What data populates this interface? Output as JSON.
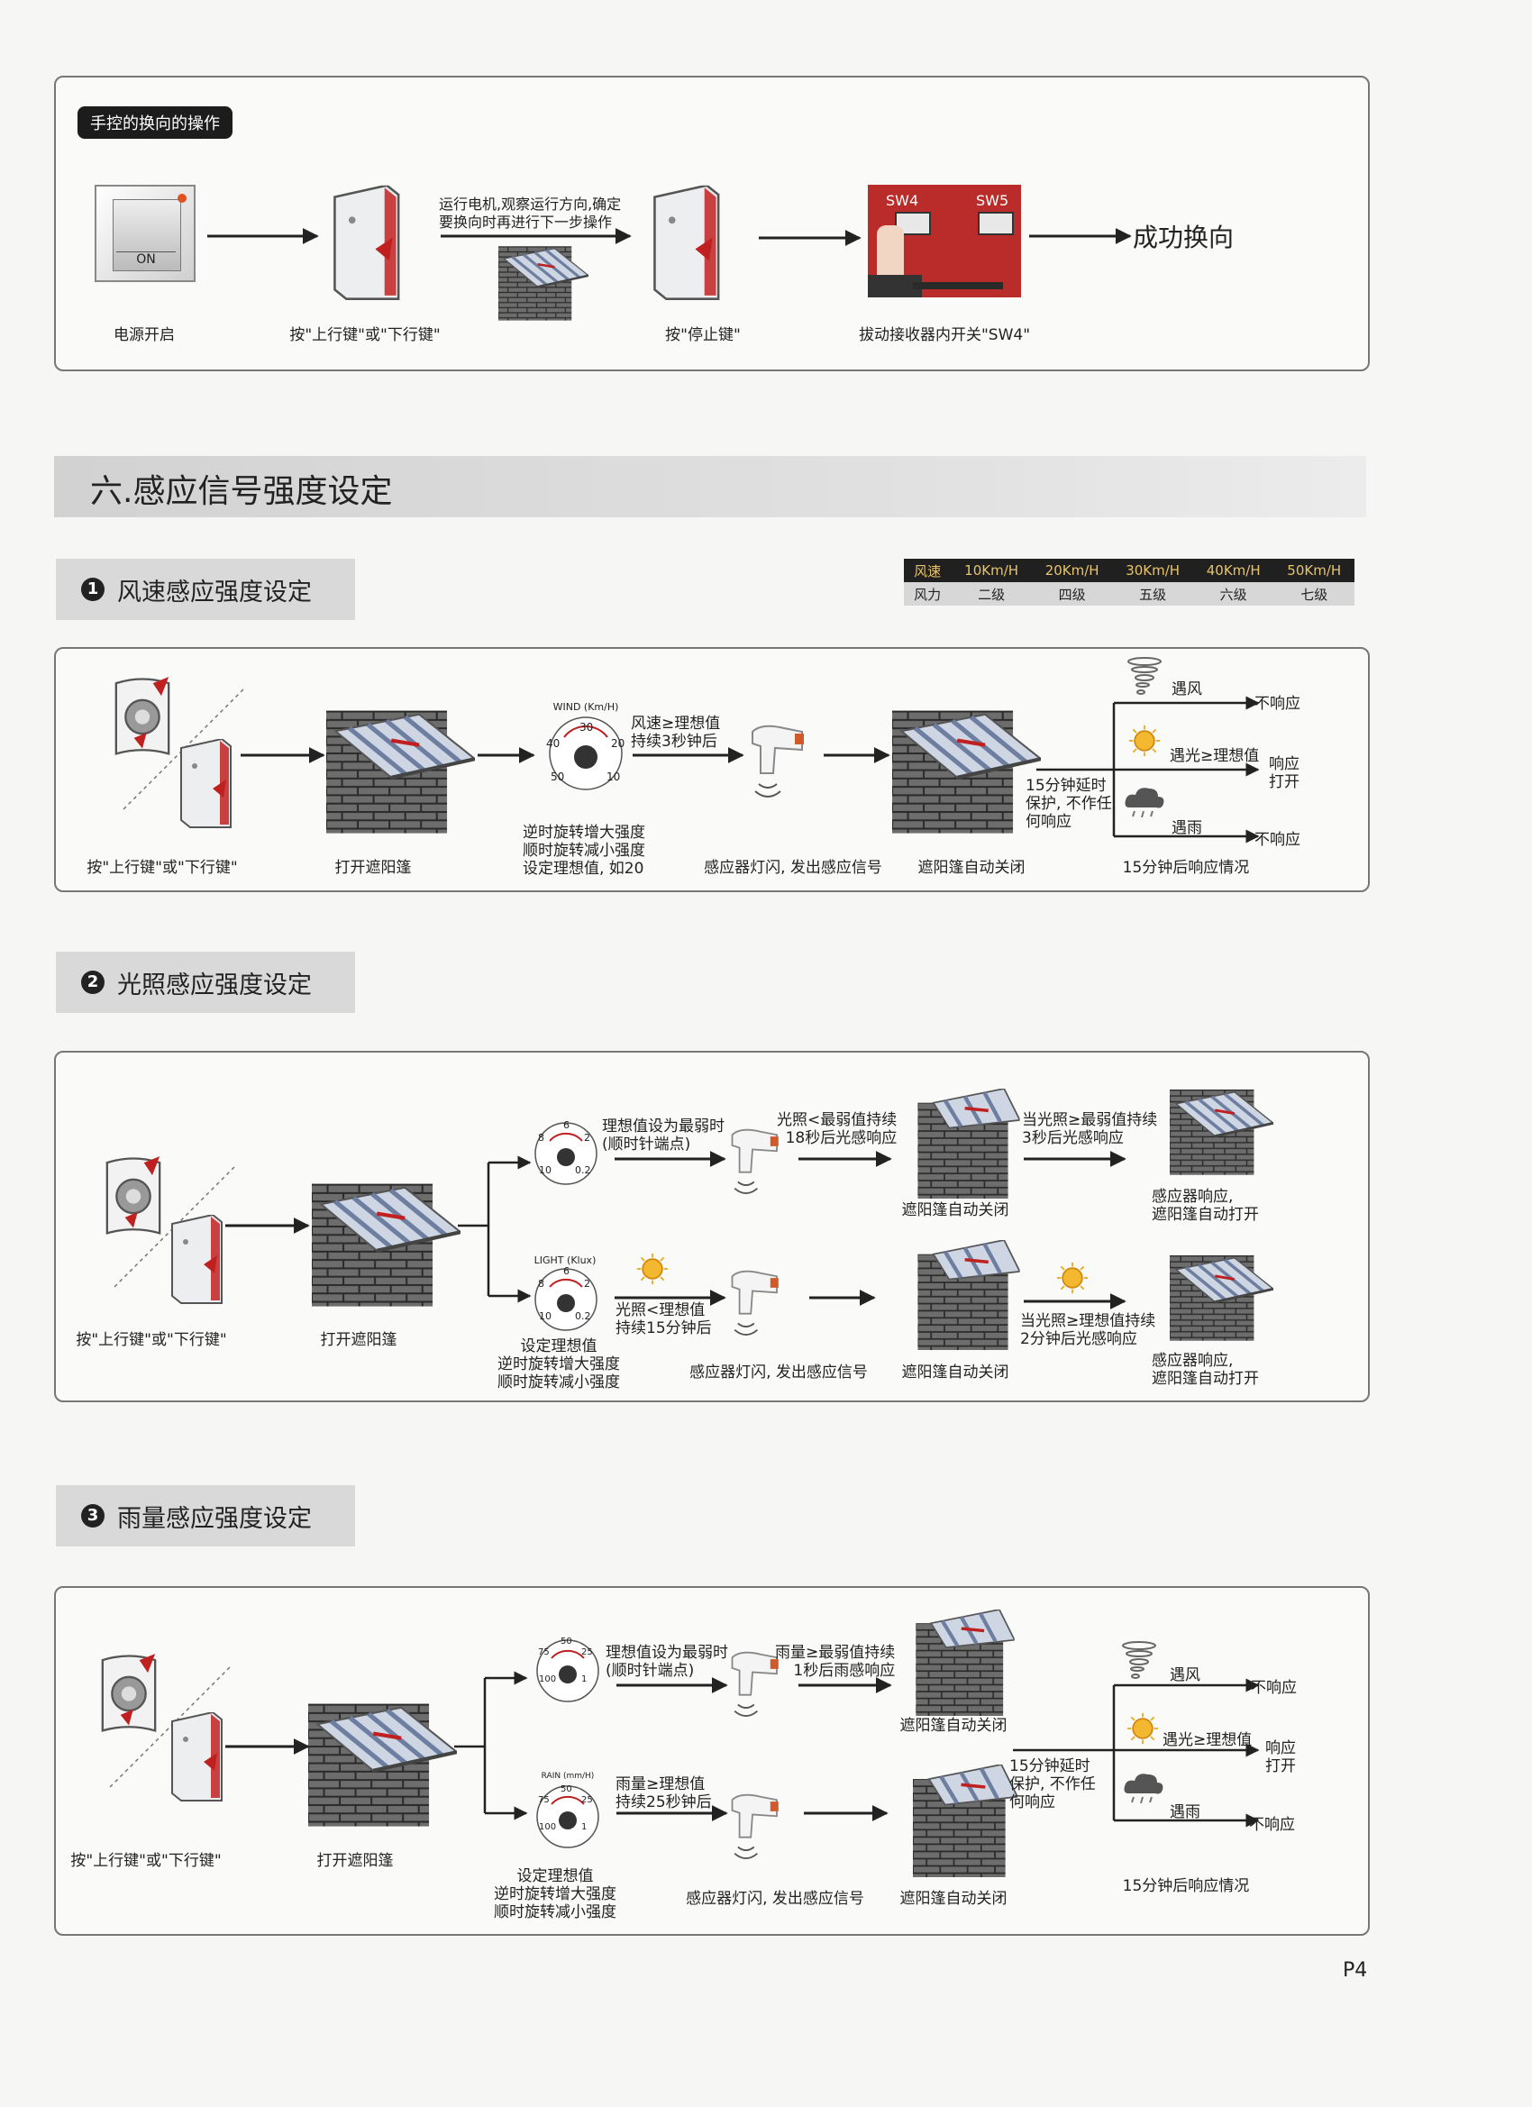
{
  "manual_section": {
    "tag": "手控的换向的操作",
    "switch_on": "ON",
    "steps": [
      {
        "label": "电源开启"
      },
      {
        "label": "按\"上行键\"或\"下行键\""
      },
      {
        "label": "按\"停止键\""
      },
      {
        "label": "拔动接收器内开关\"SW4\""
      }
    ],
    "note": "运行电机,观察运行方向,确定\n要换向时再进行下一步操作",
    "sw4": "SW4",
    "sw5": "SW5",
    "result": "成功换向"
  },
  "section6": {
    "title": "六.感应信号强度设定"
  },
  "wind": {
    "num": "1",
    "title": "风速感应强度设定",
    "table": {
      "row1": [
        "风速",
        "10Km/H",
        "20Km/H",
        "30Km/H",
        "40Km/H",
        "50Km/H"
      ],
      "row2": [
        "风力",
        "二级",
        "四级",
        "五级",
        "六级",
        "七级"
      ]
    },
    "dial_title": "WIND (Km/H)",
    "dial_ticks": [
      "30",
      "40",
      "20",
      "50",
      "10"
    ],
    "labels": {
      "press": "按\"上行键\"或\"下行键\"",
      "open": "打开遮阳篷",
      "dial_note": "逆时旋转增大强度\n顺时旋转减小强度\n设定理想值, 如20",
      "condition": "风速≥理想值\n持续3秒钟后",
      "sensor": "感应器灯闪, 发出感应信号",
      "close": "遮阳篷自动关闭",
      "delay": "15分钟延时\n保护, 不作任\n何响应",
      "after": "15分钟后响应情况",
      "meet_wind": "遇风",
      "meet_light": "遇光≥理想值",
      "meet_rain": "遇雨",
      "no_resp1": "不响应",
      "resp_open": "响应\n打开",
      "no_resp2": "不响应"
    }
  },
  "light": {
    "num": "2",
    "title": "光照感应强度设定",
    "dial_title": "LIGHT (Klux)",
    "dial_ticks_top": [
      "6",
      "8",
      "2",
      "10",
      "0.2"
    ],
    "dial_ticks_bot": [
      "6",
      "8",
      "2",
      "10",
      "0.2"
    ],
    "labels": {
      "press": "按\"上行键\"或\"下行键\"",
      "open": "打开遮阳篷",
      "weak_note": "理想值设为最弱时\n(顺时针端点)",
      "weak_cond": "光照<最弱值持续\n18秒后光感响应",
      "close1": "遮阳篷自动关闭",
      "when_light": "当光照≥最弱值持续\n3秒后光感响应",
      "resp1": "感应器响应,\n遮阳篷自动打开",
      "low_cond": "光照<理想值\n持续15分钟后",
      "set_note": "设定理想值\n逆时旋转增大强度\n顺时旋转减小强度",
      "sensor": "感应器灯闪, 发出感应信号",
      "close2": "遮阳篷自动关闭",
      "when_ideal": "当光照≥理想值持续\n2分钟后光感响应",
      "resp2": "感应器响应,\n遮阳篷自动打开"
    }
  },
  "rain": {
    "num": "3",
    "title": "雨量感应强度设定",
    "dial_title": "RAIN (mm/H)",
    "dial_ticks_top": [
      "50",
      "75",
      "25",
      "100",
      "1"
    ],
    "dial_ticks_bot": [
      "50",
      "75",
      "25",
      "100",
      "1"
    ],
    "labels": {
      "press": "按\"上行键\"或\"下行键\"",
      "open": "打开遮阳篷",
      "weak_note": "理想值设为最弱时\n(顺时针端点)",
      "weak_cond": "雨量≥最弱值持续\n1秒后雨感响应",
      "close1": "遮阳篷自动关闭",
      "rain_cond": "雨量≥理想值\n持续25秒钟后",
      "set_note": "设定理想值\n逆时旋转增大强度\n顺时旋转减小强度",
      "sensor": "感应器灯闪, 发出感应信号",
      "close2": "遮阳篷自动关闭",
      "delay": "15分钟延时\n保护, 不作任\n何响应",
      "after": "15分钟后响应情况",
      "meet_wind": "遇风",
      "meet_light": "遇光≥理想值",
      "meet_rain": "遇雨",
      "no_resp1": "不响应",
      "resp_open": "响应\n打开",
      "no_resp2": "不响应"
    }
  },
  "page": "P4"
}
